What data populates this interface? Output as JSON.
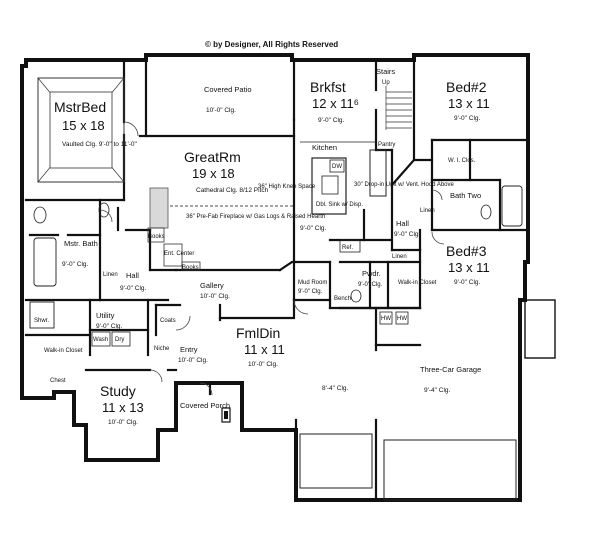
{
  "copyright": "© by Designer, All Rights Reserved",
  "rooms": {
    "master_bed": {
      "name": "MstrBed",
      "dims": "15 x 18",
      "ceiling": "Vaulted Clg. 9'-0\" to 11'-0\""
    },
    "covered_patio": {
      "name": "Covered Patio",
      "ceiling": "10'-0\" Clg."
    },
    "breakfast": {
      "name": "Brkfst",
      "dims": "12 x 11⁶",
      "ceiling": "9'-0\" Clg."
    },
    "stairs": {
      "name": "Stairs",
      "dir": "Up"
    },
    "bed2": {
      "name": "Bed#2",
      "dims": "13 x 11",
      "ceiling": "9'-0\" Clg."
    },
    "great_room": {
      "name": "GreatRm",
      "dims": "19 x 18",
      "ceiling": "Cathedral Clg. 8/12 Pitch"
    },
    "kitchen": {
      "name": "Kitchen",
      "ceiling": "9'-0\" Clg."
    },
    "pantry": {
      "name": "Pantry"
    },
    "wic_bed2": {
      "name": "W. I. Clos."
    },
    "bath_two": {
      "name": "Bath Two"
    },
    "linen_upper": {
      "name": "Linen"
    },
    "hall_right": {
      "name": "Hall",
      "ceiling": "9'-0\" Clg."
    },
    "bed3": {
      "name": "Bed#3",
      "dims": "13 x 11",
      "ceiling": "9'-0\" Clg."
    },
    "master_bath": {
      "name": "Mstr. Bath",
      "ceiling": "9'-0\" Clg."
    },
    "linen_left": {
      "name": "Linen"
    },
    "hall_left": {
      "name": "Hall",
      "ceiling": "9'-0\" Clg."
    },
    "gallery": {
      "name": "Gallery",
      "ceiling": "10'-0\" Clg."
    },
    "mud_room": {
      "name": "Mud Room",
      "ceiling": "9'-0\" Clg."
    },
    "bench": {
      "name": "Bench"
    },
    "powder": {
      "name": "Pwdr.",
      "ceiling": "9'-0\" Clg."
    },
    "linen_pwdr": {
      "name": "Linen"
    },
    "walkin_closet_right": {
      "name": "Walk-in Closet"
    },
    "utility": {
      "name": "Utility",
      "ceiling": "9'-0\" Clg."
    },
    "coats": {
      "name": "Coats"
    },
    "formal_dining": {
      "name": "FmlDin",
      "dims": "11 x 11",
      "ceiling": "10'-0\" Clg."
    },
    "garage": {
      "name": "Three-Car Garage",
      "ceiling": "9'-4\" Clg."
    },
    "garage_left_clg": {
      "ceiling": "8'-4\" Clg."
    },
    "walkin_closet_left": {
      "name": "Walk-in Closet"
    },
    "chest": {
      "name": "Chest"
    },
    "entry": {
      "name": "Entry",
      "ceiling": "10'-0\" Clg."
    },
    "niche": {
      "name": "Niche"
    },
    "study": {
      "name": "Study",
      "dims": "11 x 13",
      "ceiling": "10'-0\" Clg."
    },
    "covered_porch": {
      "name": "Covered Porch"
    }
  },
  "notes": {
    "fireplace": "36\" Pre-Fab Fireplace w/ Gas Logs & Raised Hearth",
    "knee_space": "36\" High Knee Space",
    "range": "30\" Drop-in Unit w/ Vent. Hood Above",
    "sink": "Dbl. Sink w/ Disp.",
    "dw": "DW",
    "ref": "Ref.",
    "books_left": "Books",
    "books_right": "Books",
    "ent_center": "Ent. Center",
    "vaulted_clg_note": "Vaulted Clg.",
    "shwr": "Shwr.",
    "wash": "Wash",
    "dry": "Dry",
    "hw": "HW"
  }
}
